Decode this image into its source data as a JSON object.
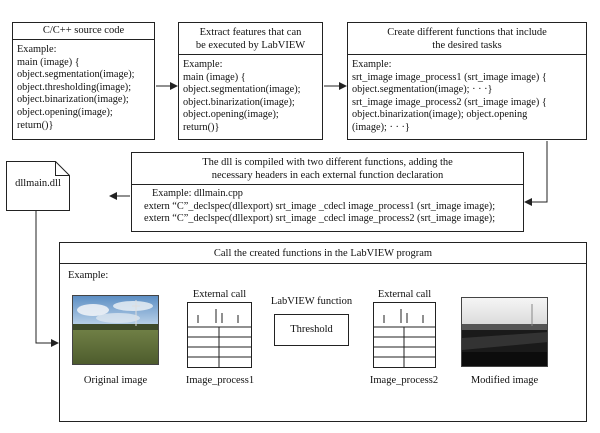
{
  "box1": {
    "title": "C/C++ source code",
    "example_label": "Example:",
    "lines": [
      "main (image) {",
      "object.segmentation(image);",
      "object.thresholding(image);",
      "object.binarization(image);",
      "object.opening(image);",
      "return()}"
    ]
  },
  "box2": {
    "title_lines": [
      "Extract features that can",
      "be executed by LabVIEW"
    ],
    "example_label": "Example:",
    "lines": [
      "main (image) {",
      "object.segmentation(image);",
      "object.binarization(image);",
      "object.opening(image);",
      "return()}"
    ]
  },
  "box3": {
    "title_lines": [
      "Create different functions that include",
      "the desired tasks"
    ],
    "example_label": "Example:",
    "lines": [
      "srt_image image_process1 (srt_image image) {",
      "object.segmentation(image); · · ·}",
      "srt_image image_process2 (srt_image image) {",
      "object.binarization(image); object.opening",
      "(image); · · ·}"
    ]
  },
  "box4": {
    "title_lines": [
      "The dll is compiled with two different functions, adding the",
      "necessary headers in each external function declaration"
    ],
    "example_label": "Example: dllmain.cpp",
    "lines": [
      "extern “C”_declspec(dllexport) srt_image _cdecl image_process1 (srt_image image);",
      "extern “C”_declspec(dllexport) srt_image _cdecl image_process2 (srt_image image);"
    ]
  },
  "dll_file": {
    "label": "dllmain.dll"
  },
  "box5": {
    "title": "Call the created functions in the LabVIEW program",
    "example_label": "Example:",
    "external_call_1": "External call",
    "external_call_2": "External call",
    "labview_function": "LabVIEW function",
    "threshold": "Threshold",
    "original_image": "Original image",
    "image_process1": "Image_process1",
    "image_process2": "Image_process2",
    "modified_image": "Modified image"
  }
}
